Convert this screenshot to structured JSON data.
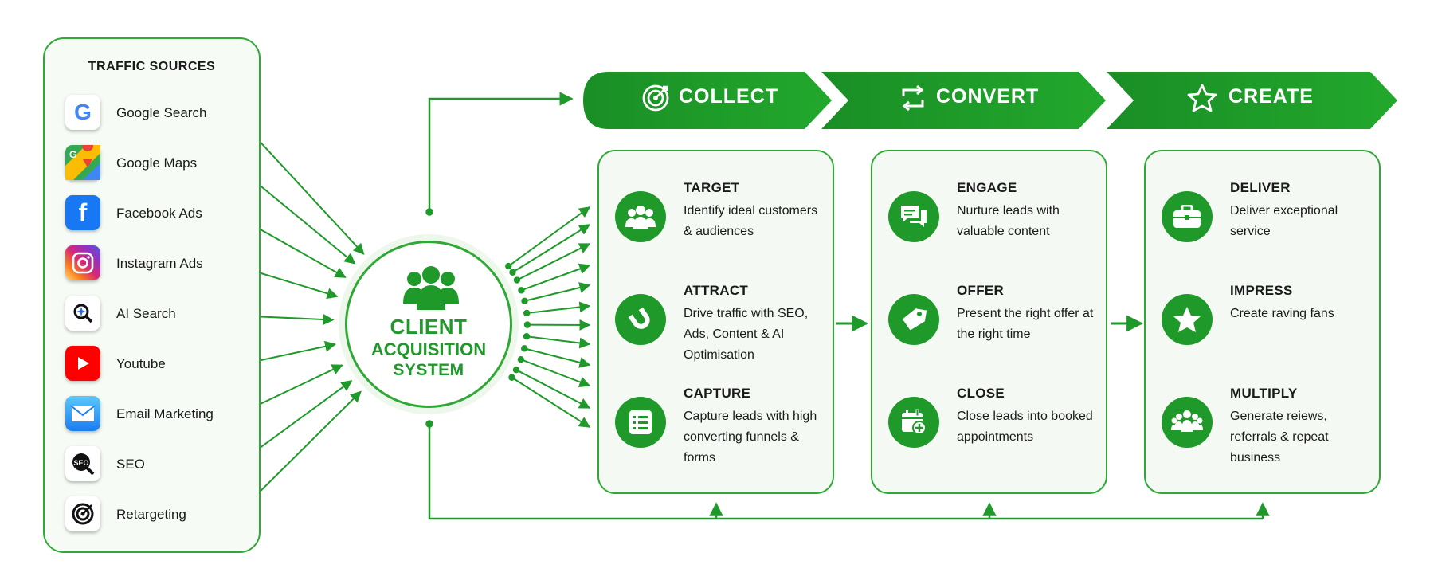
{
  "traffic_sources": {
    "title": "TRAFFIC SOURCES",
    "items": [
      {
        "label": "Google Search",
        "icon": "google-icon"
      },
      {
        "label": "Google Maps",
        "icon": "google-maps-icon"
      },
      {
        "label": "Facebook Ads",
        "icon": "facebook-icon"
      },
      {
        "label": "Instagram Ads",
        "icon": "instagram-icon"
      },
      {
        "label": "AI Search",
        "icon": "ai-search-icon"
      },
      {
        "label": "Youtube",
        "icon": "youtube-icon"
      },
      {
        "label": "Email Marketing",
        "icon": "email-icon"
      },
      {
        "label": "SEO",
        "icon": "seo-icon"
      },
      {
        "label": "Retargeting",
        "icon": "target-icon"
      }
    ]
  },
  "hub": {
    "line1": "CLIENT",
    "line2": "ACQUISITION",
    "line3": "SYSTEM",
    "icon": "people-group-icon"
  },
  "phases": [
    {
      "title": "COLLECT",
      "icon": "target-icon"
    },
    {
      "title": "CONVERT",
      "icon": "cycle-arrows-icon"
    },
    {
      "title": "CREATE",
      "icon": "star-icon"
    }
  ],
  "stages": [
    {
      "items": [
        {
          "title": "TARGET",
          "desc": "Identify ideal customers & audiences",
          "icon": "users-icon"
        },
        {
          "title": "ATTRACT",
          "desc": "Drive traffic with SEO, Ads, Content & AI Optimisation",
          "icon": "magnet-icon"
        },
        {
          "title": "CAPTURE",
          "desc": "Capture leads with high converting funnels & forms",
          "icon": "form-list-icon"
        }
      ]
    },
    {
      "items": [
        {
          "title": "ENGAGE",
          "desc": "Nurture leads with valuable content",
          "icon": "chat-icon"
        },
        {
          "title": "OFFER",
          "desc": "Present the right offer at the right time",
          "icon": "tag-icon"
        },
        {
          "title": "CLOSE",
          "desc": "Close leads into booked appointments",
          "icon": "calendar-plus-icon"
        }
      ]
    },
    {
      "items": [
        {
          "title": "DELIVER",
          "desc": "Deliver exceptional service",
          "icon": "briefcase-icon"
        },
        {
          "title": "IMPRESS",
          "desc": "Create raving fans",
          "icon": "star-icon"
        },
        {
          "title": "MULTIPLY",
          "desc": "Generate reiews, referrals & repeat business",
          "icon": "crowd-icon"
        }
      ]
    }
  ],
  "colors": {
    "primary": "#1f9a2a",
    "line": "#2fa836",
    "panel": "#f4faf3"
  }
}
